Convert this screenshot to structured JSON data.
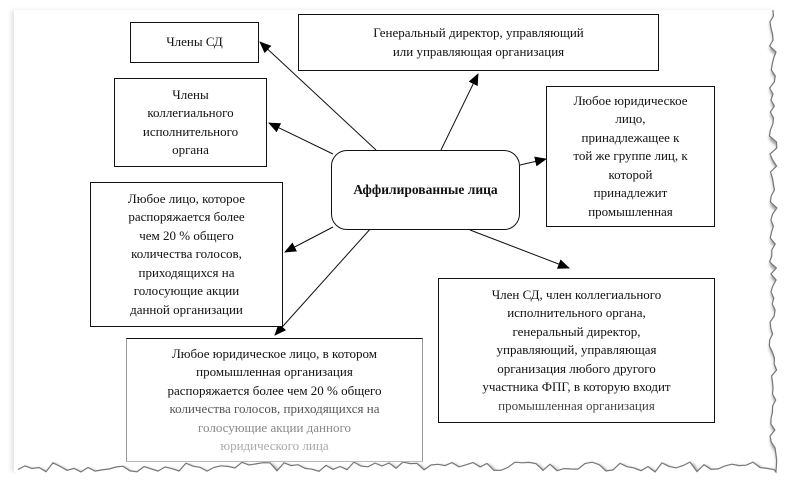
{
  "diagram": {
    "center": {
      "id": "affiliated-persons",
      "label": "Аффилированные лица"
    },
    "nodes": [
      {
        "id": "board-members",
        "lines": [
          "Члены СД"
        ]
      },
      {
        "id": "ceo-or-manager",
        "lines": [
          "Генеральный директор, управляющий",
          "или управляющая организация"
        ]
      },
      {
        "id": "collegial-executive-body-members",
        "lines": [
          "Члены",
          "коллегиального",
          "исполнительного",
          "органа"
        ]
      },
      {
        "id": "same-group-legal-entity",
        "lines": [
          "Любое юридическое",
          "лицо,",
          "принадлежащее к",
          "той же группе лиц, к",
          "которой",
          "принадлежит",
          "промышленная"
        ]
      },
      {
        "id": "over-20-percent-voter",
        "lines": [
          "Любое лицо, которое",
          "распоряжается более",
          "чем 20 % общего",
          "количества голосов,",
          "приходящихся на",
          "голосующие акции",
          "данной организации"
        ]
      },
      {
        "id": "fpg-participant-officers",
        "lines": [
          "Член СД, член коллегиального",
          "исполнительного органа,",
          "генеральный директор,",
          "управляющий, управляющая",
          "организация любого другого",
          "участника ФПГ, в которую входит",
          "промышленная организация"
        ]
      },
      {
        "id": "legal-entity-20-percent-owned",
        "lines": [
          "Любое юридическое лицо, в котором",
          "промышленная организация",
          "распоряжается более чем 20 % общего",
          "количества голосов, приходящихся на",
          "голосующие акции данного",
          "юридического лица"
        ]
      }
    ],
    "edges": [
      {
        "from": "affiliated-persons",
        "to": "board-members"
      },
      {
        "from": "affiliated-persons",
        "to": "ceo-or-manager"
      },
      {
        "from": "affiliated-persons",
        "to": "collegial-executive-body-members"
      },
      {
        "from": "affiliated-persons",
        "to": "same-group-legal-entity"
      },
      {
        "from": "affiliated-persons",
        "to": "over-20-percent-voter"
      },
      {
        "from": "affiliated-persons",
        "to": "fpg-participant-officers"
      },
      {
        "from": "affiliated-persons",
        "to": "legal-entity-20-percent-owned"
      }
    ]
  }
}
